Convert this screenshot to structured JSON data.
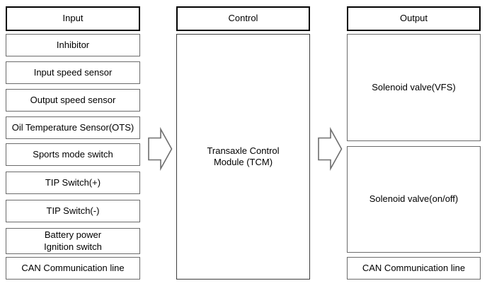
{
  "colors": {
    "background": "#ffffff",
    "text": "#000000",
    "header_border": "#000000",
    "box_border": "#6b6b6b",
    "module_border": "#3d3d3d",
    "arrow_stroke": "#6e6e6e"
  },
  "input_column": {
    "header": "Input",
    "items": [
      "Inhibitor",
      "Input speed sensor",
      "Output speed sensor",
      "Oil Temperature Sensor(OTS)",
      "Sports mode switch",
      "TIP Switch(+)",
      "TIP Switch(-)",
      "Battery power\nIgnition switch",
      "CAN Communication line"
    ]
  },
  "control_column": {
    "header": "Control",
    "module": "Transaxle Control Module (TCM)"
  },
  "output_column": {
    "header": "Output",
    "items": [
      "Solenoid valve(VFS)",
      "Solenoid valve(on/off)",
      "CAN Communication line"
    ]
  },
  "icons": {
    "flow_arrow": "right-block-arrow"
  }
}
